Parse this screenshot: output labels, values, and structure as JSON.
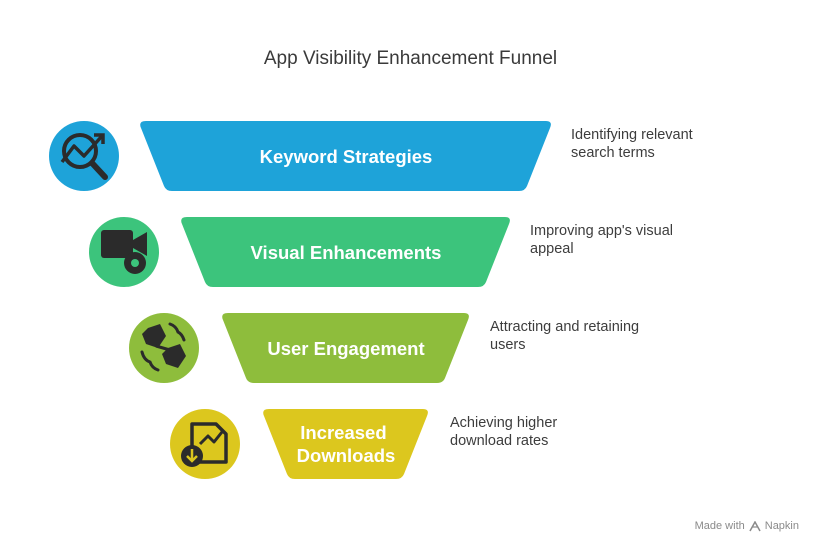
{
  "title": "App Visibility Enhancement Funnel",
  "stages": [
    {
      "label": "Keyword Strategies",
      "description_line1": "Identifying relevant",
      "description_line2": "search terms",
      "icon": "magnifier-trend-icon",
      "color": "#1ea3d9"
    },
    {
      "label": "Visual Enhancements",
      "description_line1": "Improving app's visual",
      "description_line2": "appeal",
      "icon": "video-camera-icon",
      "color": "#3cc47c"
    },
    {
      "label": "User Engagement",
      "description_line1": "Attracting and retaining",
      "description_line2": "users",
      "icon": "handshake-puzzle-icon",
      "color": "#8ebd3c"
    },
    {
      "label_line1": "Increased",
      "label_line2": "Downloads",
      "description_line1": "Achieving higher",
      "description_line2": "download rates",
      "icon": "download-chart-icon",
      "color": "#dcc71e"
    }
  ],
  "credit": "Made with",
  "credit_brand": "Napkin"
}
